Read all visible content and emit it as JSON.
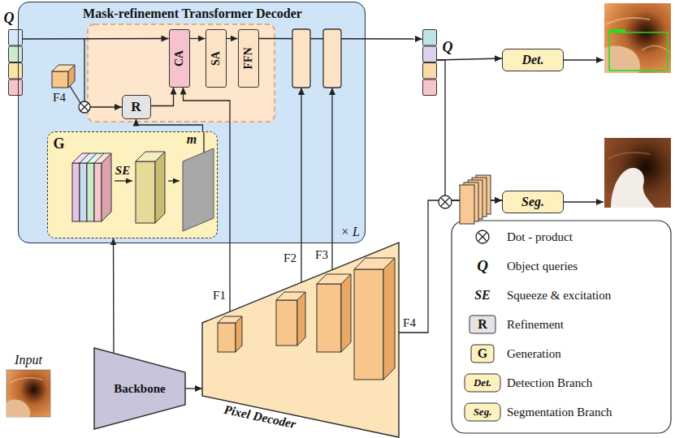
{
  "diagram": {
    "nodes": [
      {
        "text": [
          "Q"
        ]
      },
      {
        "text": [
          "Mask-refinement Transformer Decoder"
        ]
      },
      {
        "text": [
          "CA"
        ],
        "in": 1
      },
      {
        "text": [
          "SA"
        ],
        "in": 1
      },
      {
        "text": [
          "FFN"
        ],
        "in": 1
      },
      {
        "text": [
          "R"
        ],
        "in": 1
      },
      {
        "text": [
          "G"
        ],
        "in": 1
      },
      {
        "text": [
          "Q"
        ]
      },
      {
        "text": [
          "Det."
        ]
      },
      {
        "text": [
          "Seg."
        ]
      },
      {
        "text": [
          "Input"
        ]
      },
      {
        "text": [
          "Backbone"
        ]
      },
      {
        "text": [
          "Pixel Decoder"
        ]
      }
    ],
    "edges": [
      {
        "from": 0,
        "to": 2,
        "arrow": "to"
      },
      {
        "from": 2,
        "to": 3,
        "arrow": "to"
      },
      {
        "from": 3,
        "to": 4,
        "arrow": "to"
      },
      {
        "from": 4,
        "to": 7,
        "arrow": "to"
      },
      {
        "from": 5,
        "to": 2,
        "arrow": "to"
      },
      {
        "from": 12,
        "to": 2,
        "arrow": "to"
      },
      {
        "from": 6,
        "to": 5,
        "arrow": "to"
      },
      {
        "from": 11,
        "to": 6,
        "arrow": "to"
      },
      {
        "from": 11,
        "to": 12,
        "arrow": "to"
      },
      {
        "from": 12,
        "to": 9,
        "arrow": "to"
      },
      {
        "from": 7,
        "to": 8,
        "arrow": "to"
      },
      {
        "from": 7,
        "to": 9,
        "arrow": "to"
      }
    ],
    "labels": [
      "F4",
      "SE",
      "m",
      "× L",
      "F1",
      "F2",
      "F3",
      "F4",
      "Q",
      "SE",
      "R",
      "G",
      "Det.",
      "Seg."
    ],
    "legend": [
      {
        "text": "Dot - product"
      },
      {
        "text": "Object queries"
      },
      {
        "text": "Squeeze & excitation"
      },
      {
        "text": "Refinement"
      },
      {
        "text": "Generation"
      },
      {
        "text": "Detection Branch"
      },
      {
        "text": "Segmentation Branch"
      }
    ]
  }
}
